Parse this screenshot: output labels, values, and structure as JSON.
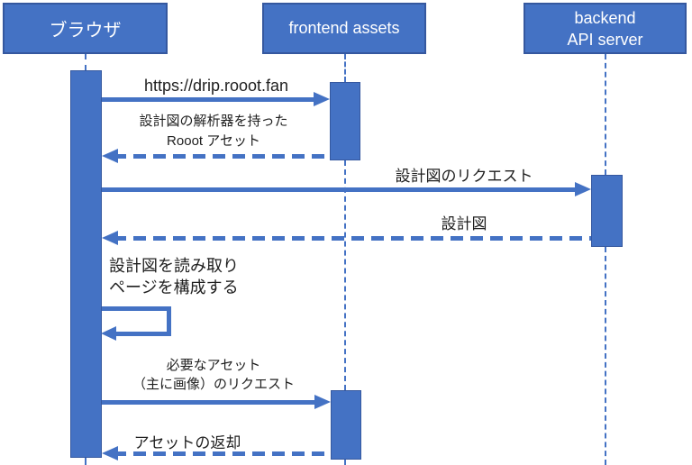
{
  "diagram": {
    "type": "uml-sequence-diagram",
    "colors": {
      "accent": "#4472C4",
      "accent_border": "#35589f",
      "label_text": "#1f1f1f",
      "actor_text": "#ffffff",
      "background": "#ffffff"
    }
  },
  "actors": [
    {
      "id": "browser",
      "label": "ブラウザ"
    },
    {
      "id": "frontend",
      "label": "frontend assets"
    },
    {
      "id": "backend",
      "label_line1": "backend",
      "label_line2": "API server"
    }
  ],
  "messages": [
    {
      "from": "browser",
      "to": "frontend",
      "style": "solid",
      "label": "https://drip.rooot.fan"
    },
    {
      "from": "frontend",
      "to": "browser",
      "style": "dashed",
      "label_line1": "設計図の解析器を持った",
      "label_line2": "Rooot アセット"
    },
    {
      "from": "browser",
      "to": "backend",
      "style": "solid",
      "label": "設計図のリクエスト"
    },
    {
      "from": "backend",
      "to": "browser",
      "style": "dashed",
      "label": "設計図"
    },
    {
      "from": "browser",
      "to": "browser",
      "style": "self-loop",
      "label_line1": "設計図を読み取り",
      "label_line2": "ページを構成する"
    },
    {
      "from": "browser",
      "to": "frontend",
      "style": "solid",
      "label_line1": "必要なアセット",
      "label_line2": "（主に画像）のリクエスト"
    },
    {
      "from": "frontend",
      "to": "browser",
      "style": "dashed",
      "label": "アセットの返却"
    }
  ]
}
